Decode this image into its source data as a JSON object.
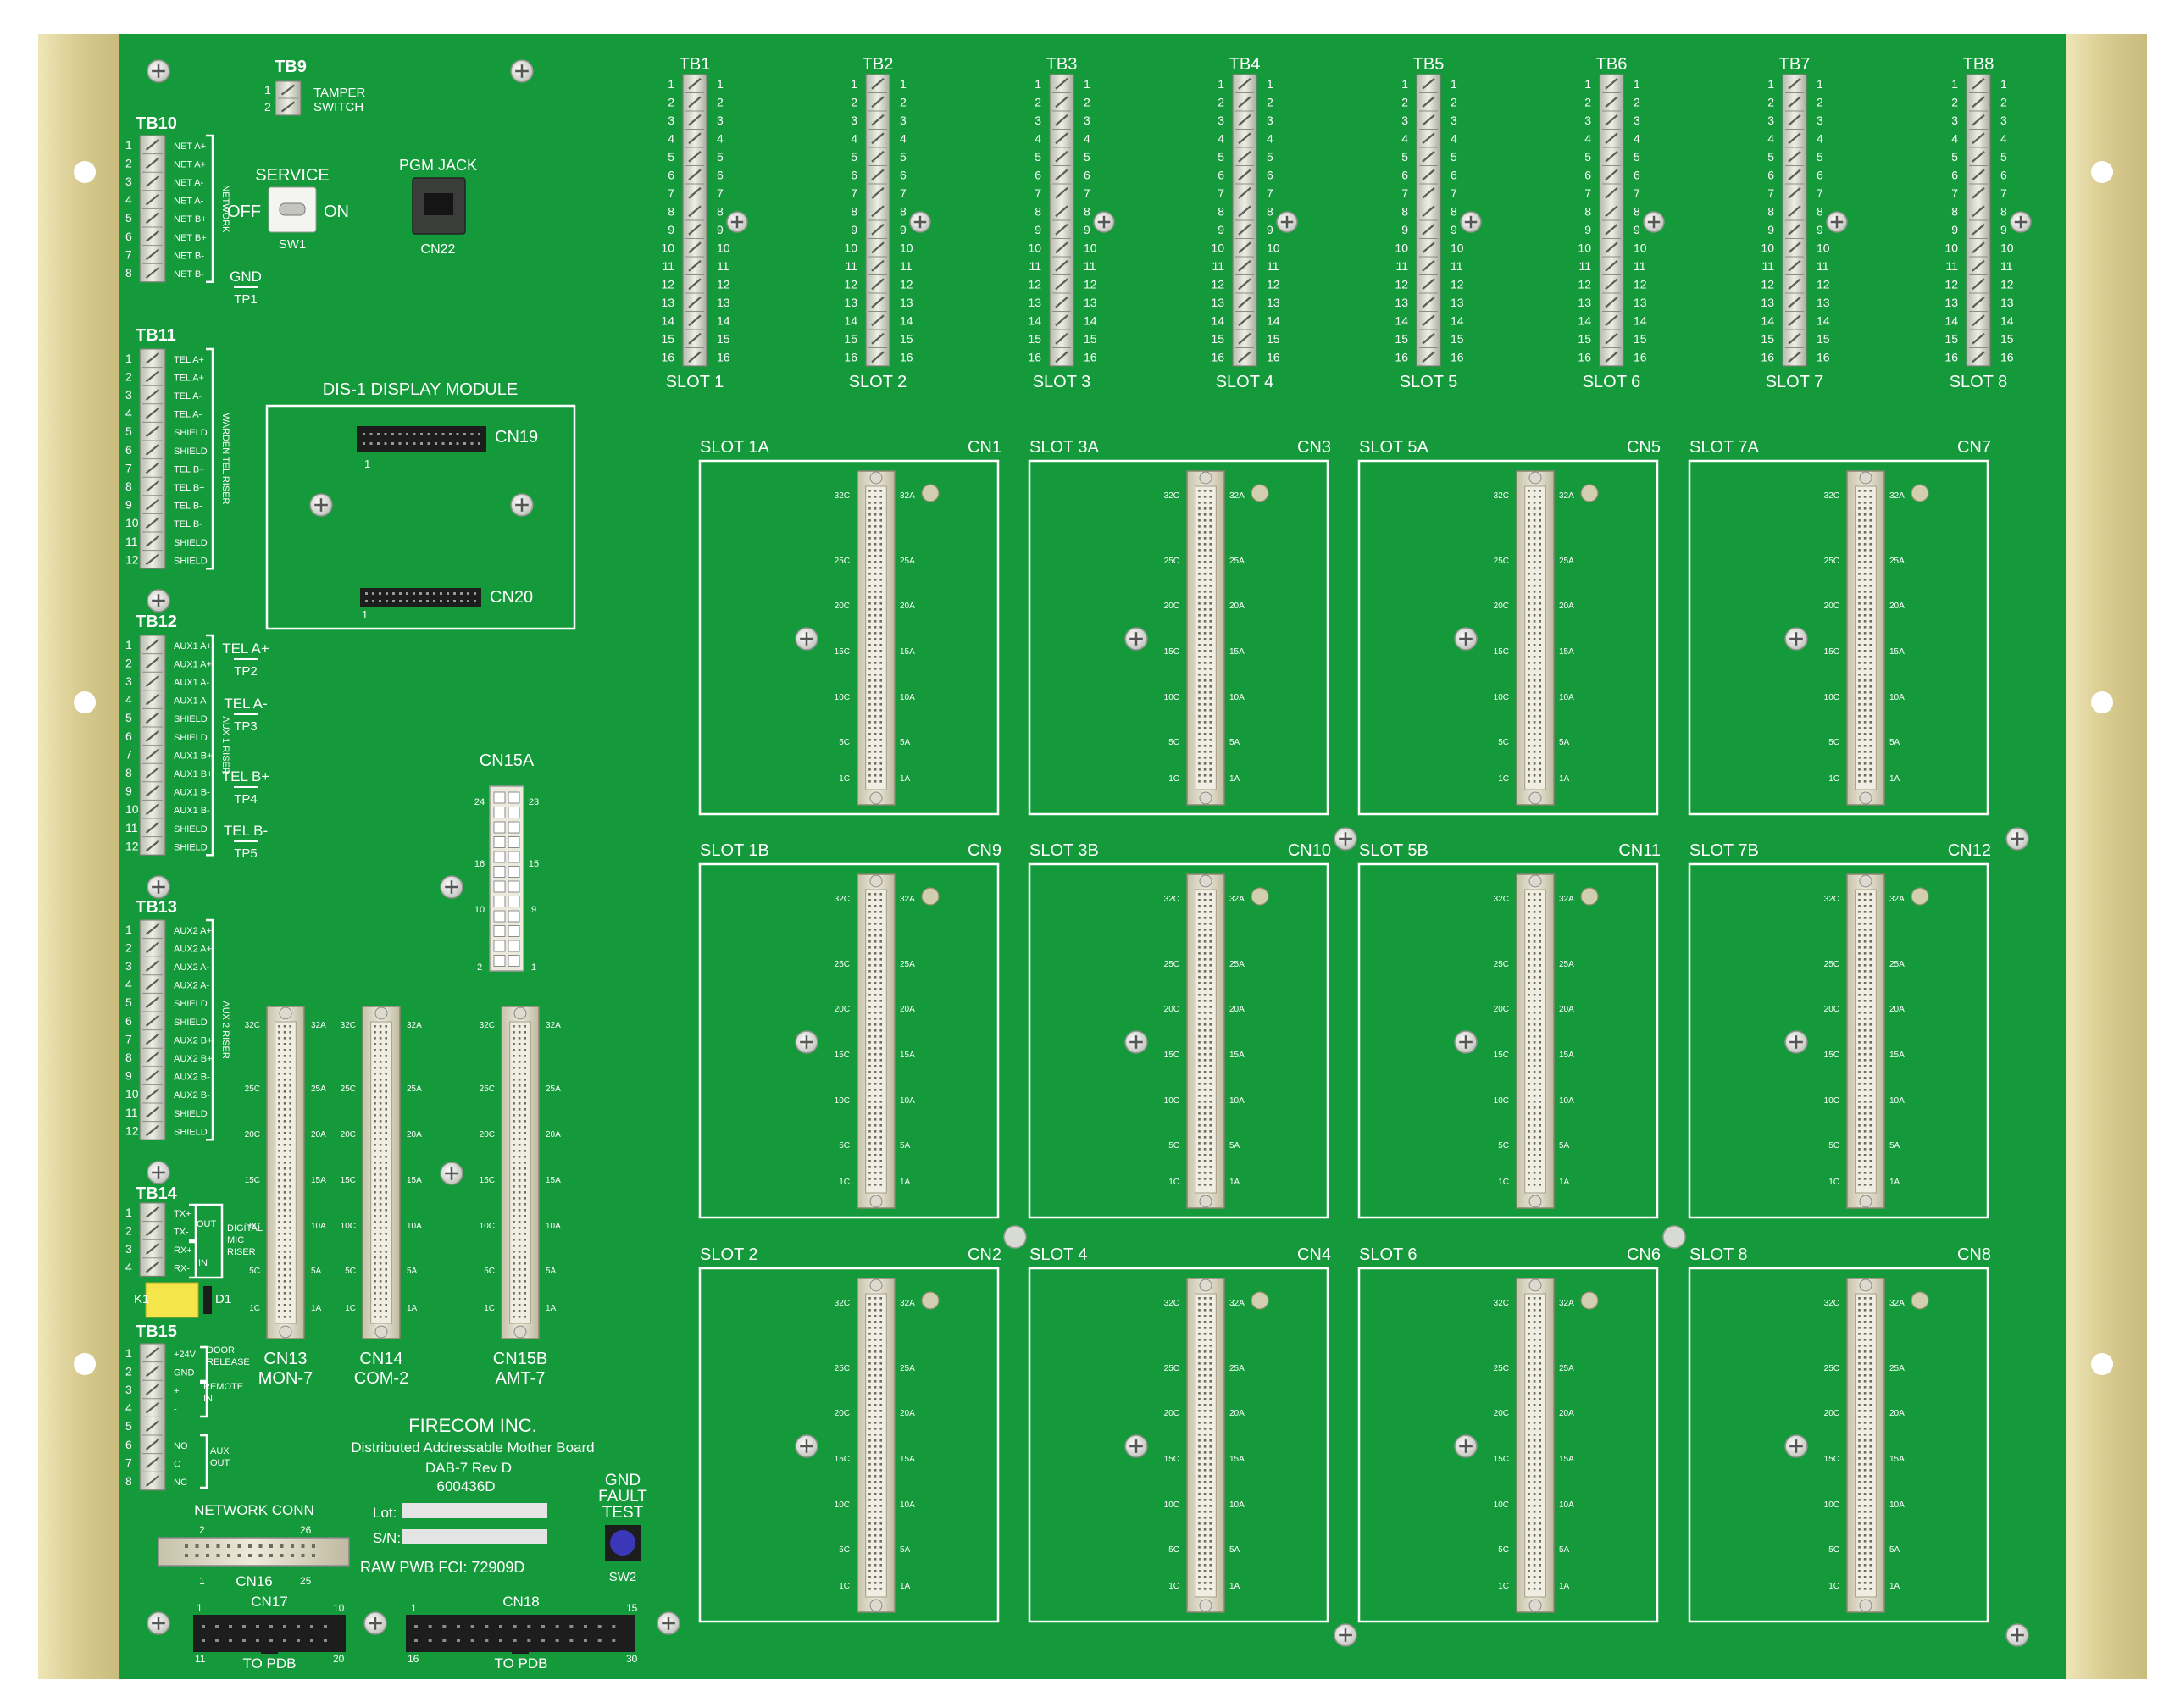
{
  "colors": {
    "pcb": "#149a3a",
    "silk": "#ffffff",
    "rail": "#dccf97",
    "connector": "#e2ddc8",
    "terminal": "#d9dccf",
    "header": "#1e1e1e",
    "relay": "#f4e64a",
    "button": "#3a37b8"
  },
  "tb9": {
    "label": "TB9",
    "pins": [
      "1",
      "2"
    ],
    "func": [
      "TAMPER",
      "SWITCH"
    ]
  },
  "tb10": {
    "label": "TB10",
    "pins": [
      "1",
      "2",
      "3",
      "4",
      "5",
      "6",
      "7",
      "8"
    ],
    "signals": [
      "NET A+",
      "NET A+",
      "NET A-",
      "NET A-",
      "NET B+",
      "NET B+",
      "NET B-",
      "NET B-"
    ],
    "group": "NETWORK"
  },
  "tb11": {
    "label": "TB11",
    "pins": [
      "1",
      "2",
      "3",
      "4",
      "5",
      "6",
      "7",
      "8",
      "9",
      "10",
      "11",
      "12"
    ],
    "signals": [
      "TEL A+",
      "TEL A+",
      "TEL A-",
      "TEL A-",
      "SHIELD",
      "SHIELD",
      "TEL B+",
      "TEL B+",
      "TEL B-",
      "TEL B-",
      "SHIELD",
      "SHIELD"
    ],
    "group": "WARDEN TEL RISER"
  },
  "tb12": {
    "label": "TB12",
    "pins": [
      "1",
      "2",
      "3",
      "4",
      "5",
      "6",
      "7",
      "8",
      "9",
      "10",
      "11",
      "12"
    ],
    "signals": [
      "AUX1 A+",
      "AUX1 A+",
      "AUX1 A-",
      "AUX1 A-",
      "SHIELD",
      "SHIELD",
      "AUX1 B+",
      "AUX1 B+",
      "AUX1 B-",
      "AUX1 B-",
      "SHIELD",
      "SHIELD"
    ],
    "group": "AUX 1 RISER"
  },
  "tb13": {
    "label": "TB13",
    "pins": [
      "1",
      "2",
      "3",
      "4",
      "5",
      "6",
      "7",
      "8",
      "9",
      "10",
      "11",
      "12"
    ],
    "signals": [
      "AUX2 A+",
      "AUX2 A+",
      "AUX2 A-",
      "AUX2 A-",
      "SHIELD",
      "SHIELD",
      "AUX2 B+",
      "AUX2 B+",
      "AUX2 B-",
      "AUX2 B-",
      "SHIELD",
      "SHIELD"
    ],
    "group": "AUX 2 RISER"
  },
  "tb14": {
    "label": "TB14",
    "pins": [
      "1",
      "2",
      "3",
      "4"
    ],
    "signals": [
      "TX+",
      "TX-",
      "RX+",
      "RX-"
    ],
    "out": "OUT",
    "in": "IN",
    "group": [
      "DIGITAL",
      "MIC",
      "RISER"
    ]
  },
  "tb15": {
    "label": "TB15",
    "pins": [
      "1",
      "2",
      "3",
      "4",
      "5",
      "6",
      "7",
      "8"
    ],
    "signals": [
      "+24V",
      "GND",
      "+",
      "-",
      "",
      "NO",
      "C",
      "NC"
    ],
    "g1": [
      "DOOR",
      "RELEASE"
    ],
    "g2": [
      "REMOTE",
      "IN"
    ],
    "g3": [
      "AUX",
      "OUT"
    ]
  },
  "testpoints": [
    {
      "net": "GND",
      "id": "TP1"
    },
    {
      "net": "TEL A+",
      "id": "TP2"
    },
    {
      "net": "TEL A-",
      "id": "TP3"
    },
    {
      "net": "TEL B+",
      "id": "TP4"
    },
    {
      "net": "TEL B-",
      "id": "TP5"
    }
  ],
  "service": {
    "title": "SERVICE",
    "off": "OFF",
    "on": "ON",
    "id": "SW1"
  },
  "pgm": {
    "title": "PGM JACK",
    "id": "CN22"
  },
  "display": {
    "title": "DIS-1 DISPLAY MODULE",
    "cn19": "CN19",
    "cn20": "CN20",
    "pin1": "1"
  },
  "top_tb_labels": [
    "TB1",
    "TB2",
    "TB3",
    "TB4",
    "TB5",
    "TB6",
    "TB7",
    "TB8"
  ],
  "top_slot_labels": [
    "SLOT 1",
    "SLOT 2",
    "SLOT 3",
    "SLOT 4",
    "SLOT 5",
    "SLOT 6",
    "SLOT 7",
    "SLOT 8"
  ],
  "top_tb_pins": [
    "1",
    "2",
    "3",
    "4",
    "5",
    "6",
    "7",
    "8",
    "9",
    "10",
    "11",
    "12",
    "13",
    "14",
    "15",
    "16"
  ],
  "slot_rows": [
    [
      {
        "slot": "SLOT 1A",
        "cn": "CN1"
      },
      {
        "slot": "SLOT 3A",
        "cn": "CN3"
      },
      {
        "slot": "SLOT 5A",
        "cn": "CN5"
      },
      {
        "slot": "SLOT 7A",
        "cn": "CN7"
      }
    ],
    [
      {
        "slot": "SLOT 1B",
        "cn": "CN9"
      },
      {
        "slot": "SLOT 3B",
        "cn": "CN10"
      },
      {
        "slot": "SLOT 5B",
        "cn": "CN11"
      },
      {
        "slot": "SLOT 7B",
        "cn": "CN12"
      }
    ],
    [
      {
        "slot": "SLOT 2",
        "cn": "CN2"
      },
      {
        "slot": "SLOT 4",
        "cn": "CN4"
      },
      {
        "slot": "SLOT 6",
        "cn": "CN6"
      },
      {
        "slot": "SLOT 8",
        "cn": "CN8"
      }
    ]
  ],
  "din_left": [
    "32C",
    "25C",
    "20C",
    "15C",
    "10C",
    "5C",
    "1C"
  ],
  "din_right": [
    "32A",
    "25A",
    "20A",
    "15A",
    "10A",
    "5A",
    "1A"
  ],
  "lower_connectors": [
    {
      "cn": "CN13",
      "name": "MON-7"
    },
    {
      "cn": "CN14",
      "name": "COM-2"
    },
    {
      "cn": "CN15B",
      "name": "AMT-7"
    }
  ],
  "cn15a": {
    "label": "CN15A",
    "pins": [
      "24",
      "23",
      "16",
      "15",
      "10",
      "9",
      "2",
      "1"
    ]
  },
  "relay": {
    "k": "K1",
    "d": "D1"
  },
  "company": {
    "name": "FIRECOM INC.",
    "desc": "Distributed Addressable Mother Board",
    "model": "DAB-7  Rev D",
    "part": "600436D",
    "lot": "Lot:",
    "sn": "S/N:",
    "pwb": "RAW PWB FCI: 72909D"
  },
  "gnd_fault": {
    "lines": [
      "GND",
      "FAULT",
      "TEST"
    ],
    "id": "SW2"
  },
  "network_conn": {
    "title": "NETWORK CONN",
    "cn": "CN16",
    "pins": [
      "2",
      "26",
      "1",
      "25"
    ]
  },
  "cn17": {
    "cn": "CN17",
    "pins": [
      "1",
      "10",
      "11",
      "20"
    ],
    "to": "TO PDB"
  },
  "cn18": {
    "cn": "CN18",
    "pins": [
      "1",
      "15",
      "16",
      "30"
    ],
    "to": "TO PDB"
  }
}
